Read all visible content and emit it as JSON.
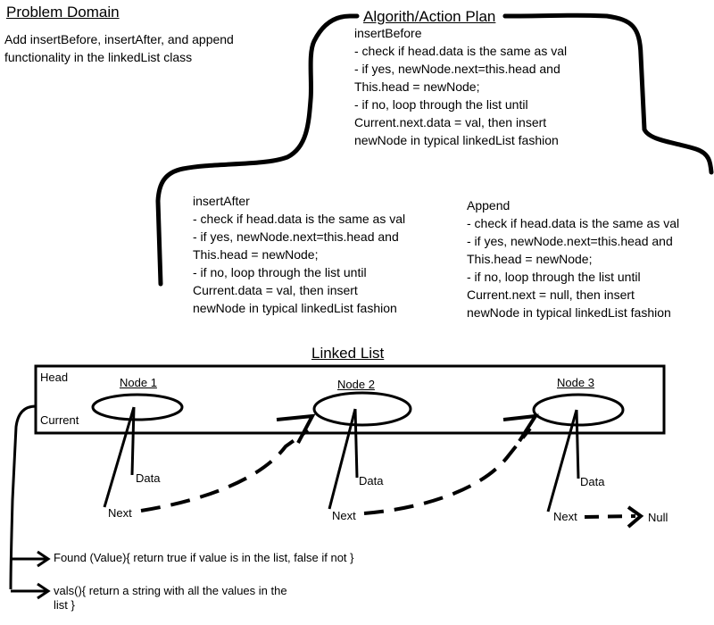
{
  "problem_domain": {
    "heading": "Problem Domain",
    "description_lines": [
      "Add insertBefore, insertAfter, and append",
      "functionality in the linkedList class"
    ]
  },
  "action_plan": {
    "heading": "Algorith/Action Plan",
    "insert_before": {
      "title": "insertBefore",
      "lines": [
        "- check if head.data is the same as val",
        "- if yes, newNode.next=this.head and",
        "This.head = newNode;",
        "- if no, loop through the list until",
        "Current.next.data = val, then insert",
        "newNode in typical linkedList fashion"
      ]
    },
    "insert_after": {
      "title": "insertAfter",
      "lines": [
        "- check if head.data is the same as val",
        "- if yes, newNode.next=this.head and",
        "This.head = newNode;",
        "- if no, loop through the list until",
        "Current.data = val, then insert",
        "newNode in typical linkedList fashion"
      ]
    },
    "append": {
      "title": "Append",
      "lines": [
        "- check if head.data is the same as val",
        "- if yes, newNode.next=this.head and",
        "This.head = newNode;",
        "- if no, loop through the list until",
        "Current.next = null, then insert",
        "newNode in typical linkedList fashion"
      ]
    }
  },
  "linked_list": {
    "heading": "Linked List",
    "head_label": "Head",
    "current_label": "Current",
    "nodes": [
      {
        "title": "Node 1",
        "data_label": "Data",
        "next_label": "Next"
      },
      {
        "title": "Node 2",
        "data_label": "Data",
        "next_label": "Next"
      },
      {
        "title": "Node 3",
        "data_label": "Data",
        "next_label": "Next"
      }
    ],
    "null_label": "Null"
  },
  "methods": {
    "found": "Found (Value){ return true if value is in the list, false if not }",
    "vals_lines": [
      "vals(){ return a string with all the values in the",
      "list }"
    ]
  }
}
